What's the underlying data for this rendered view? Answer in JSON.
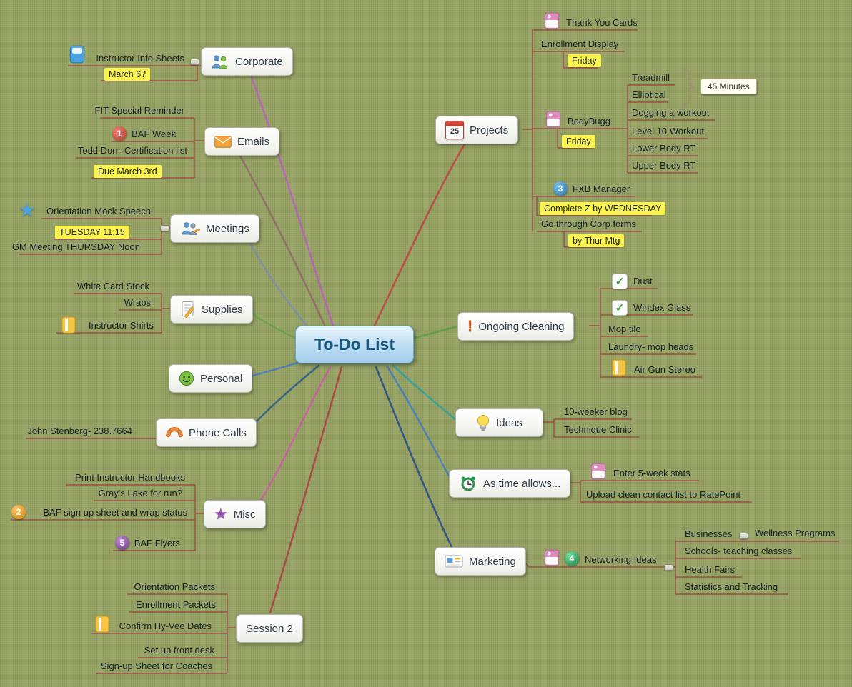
{
  "center": {
    "label": "To-Do List"
  },
  "topics": {
    "corporate": "Corporate",
    "emails": "Emails",
    "meetings": "Meetings",
    "supplies": "Supplies",
    "personal": "Personal",
    "phone_calls": "Phone Calls",
    "misc": "Misc",
    "session2": "Session 2",
    "projects": "Projects",
    "ongoing_cleaning": "Ongoing Cleaning",
    "ideas": "Ideas",
    "as_time_allows": "As time allows...",
    "marketing": "Marketing"
  },
  "items": {
    "instructor_info_sheets": "Instructor Info Sheets",
    "march_6": "March 6?",
    "fit_special_reminder": "FIT Special Reminder",
    "baf_week": "BAF Week",
    "todd_dorr": "Todd Dorr- Certification list",
    "due_march_3rd": "Due March 3rd",
    "orientation_mock_speech": "Orientation Mock Speech",
    "tuesday_1115": "TUESDAY 11:15",
    "gm_meeting": "GM Meeting THURSDAY Noon",
    "white_card_stock": "White Card Stock",
    "wraps": "Wraps",
    "instructor_shirts": "Instructor Shirts",
    "john_stenberg": "John Stenberg- 238.7664",
    "print_instructor_handbooks": "Print Instructor Handbooks",
    "grays_lake": "Gray's Lake for run?",
    "baf_sign_up": "BAF sign up sheet and wrap status",
    "baf_flyers": "BAF Flyers",
    "orientation_packets": "Orientation Packets",
    "enrollment_packets": "Enrollment Packets",
    "confirm_hyvee": "Confirm Hy-Vee Dates",
    "set_up_front_desk": "Set up front desk",
    "signup_sheet_coaches": "Sign-up Sheet for Coaches",
    "thank_you_cards": "Thank You Cards",
    "enrollment_display": "Enrollment Display",
    "friday_display": "Friday",
    "bodybugg": "BodyBugg",
    "friday_bodybugg": "Friday",
    "treadmill": "Treadmill",
    "elliptical": "Elliptical",
    "dogging_a_workout": "Dogging a workout",
    "level_10_workout": "Level 10 Workout",
    "lower_body_rt": "Lower Body RT",
    "upper_body_rt": "Upper Body RT",
    "minutes_45": "45 Minutes",
    "fxb_manager": "FXB Manager",
    "complete_z": "Complete Z by WEDNESDAY",
    "go_through_corp_forms": "Go through Corp forms",
    "by_thur_mtg": "by Thur Mtg",
    "dust": "Dust",
    "windex_glass": "Windex Glass",
    "mop_tile": "Mop tile",
    "laundry_mop_heads": "Laundry- mop heads",
    "air_gun_stereo": "Air Gun Stereo",
    "ten_weeker_blog": "10-weeker blog",
    "technique_clinic": "Technique Clinic",
    "enter_5week_stats": "Enter 5-week stats",
    "upload_ratepoint": "Upload clean contact list to RatePoint",
    "networking_ideas": "Networking Ideas",
    "businesses": "Businesses",
    "wellness_programs": "Wellness Programs",
    "schools_teaching": "Schools- teaching classes",
    "health_fairs": "Health Fairs",
    "statistics_tracking": "Statistics and Tracking"
  },
  "markers": {
    "one": "1",
    "two": "2",
    "three": "3",
    "four": "4",
    "five": "5",
    "calendar_day": "25",
    "check": "✓",
    "star": "★",
    "exclamation": "!"
  },
  "colors": {
    "corporate": "#bb5fc0",
    "emails": "#8d6e63",
    "meetings": "#7f8fa6",
    "supplies": "#69a24a",
    "personal": "#4a7ebb",
    "phone_calls": "#2e5f8a",
    "misc": "#c95fa3",
    "session2": "#a94442",
    "projects": "#bf4545",
    "ongoing_cleaning": "#57a046",
    "ideas": "#33a0a0",
    "as_time_allows": "#4a7ebb",
    "marketing": "#2c4f8a",
    "subline": "#9a4f44",
    "highlight": "#fbf44e",
    "background": "#96a264"
  },
  "icons": [
    "corporate-people-icon",
    "envelope-icon",
    "meeting-people-icon",
    "notepad-pencil-icon",
    "smiley-icon",
    "phone-handset-icon",
    "star-icon",
    "calendar-icon",
    "exclamation-icon",
    "lightbulb-icon",
    "alarm-clock-icon",
    "contact-card-icon",
    "pink-note-icon",
    "blue-sheet-icon",
    "yellow-notebook-icon",
    "check-icon",
    "numbered-marker-icon",
    "brace-callout"
  ]
}
